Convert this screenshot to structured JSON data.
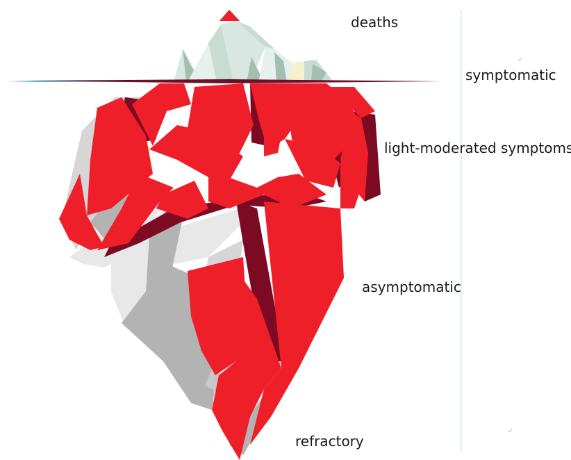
{
  "diagram": {
    "type": "iceberg",
    "labels": [
      {
        "id": "deaths",
        "text": "deaths"
      },
      {
        "id": "symptomatic",
        "text": "symptomatic"
      },
      {
        "id": "light_moderated_symptoms",
        "text": "light-moderated symptoms"
      },
      {
        "id": "asymptomatic",
        "text": "asymptomatic"
      },
      {
        "id": "refractory",
        "text": "refractory"
      }
    ],
    "colors": {
      "red": "#ee1f29",
      "dark_red": "#7b0a22",
      "gray": "#b3b3b3",
      "light_gray": "#d6d6d6",
      "pale_gray": "#e8e8e8",
      "ice_green": "#c9dcd4",
      "ice_dark_green": "#a4bfb2",
      "ice_pale": "#e6f0ec",
      "ice_yellow": "#f4f1cf",
      "waterline": "#6e0f28",
      "waterline_blue": "#5ab4d6",
      "vertical_line": "#cfe3e6"
    }
  }
}
